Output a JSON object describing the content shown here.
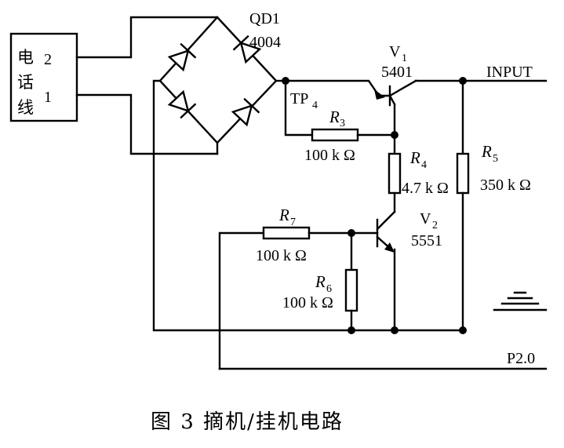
{
  "connector": {
    "label_chars": [
      "电",
      "话",
      "线"
    ],
    "pin_top": "2",
    "pin_bottom": "1"
  },
  "bridge": {
    "name": "QD1",
    "part": "4004"
  },
  "v1": {
    "name": "V",
    "sub": "1",
    "part": "5401"
  },
  "v2": {
    "name": "V",
    "sub": "2",
    "part": "5551"
  },
  "tp4": {
    "name": "TP",
    "sub": "4"
  },
  "r3": {
    "name": "R",
    "sub": "3",
    "value": "100 k Ω"
  },
  "r4": {
    "name": "R",
    "sub": "4",
    "value": "4.7 k Ω"
  },
  "r5": {
    "name": "R",
    "sub": "5",
    "value": "350 k Ω"
  },
  "r6": {
    "name": "R",
    "sub": "6",
    "value": "100 k Ω"
  },
  "r7": {
    "name": "R",
    "sub": "7",
    "value": "100 k Ω"
  },
  "net_input": "INPUT",
  "net_p20": "P2.0",
  "caption": "图 3  摘机/挂机电路"
}
